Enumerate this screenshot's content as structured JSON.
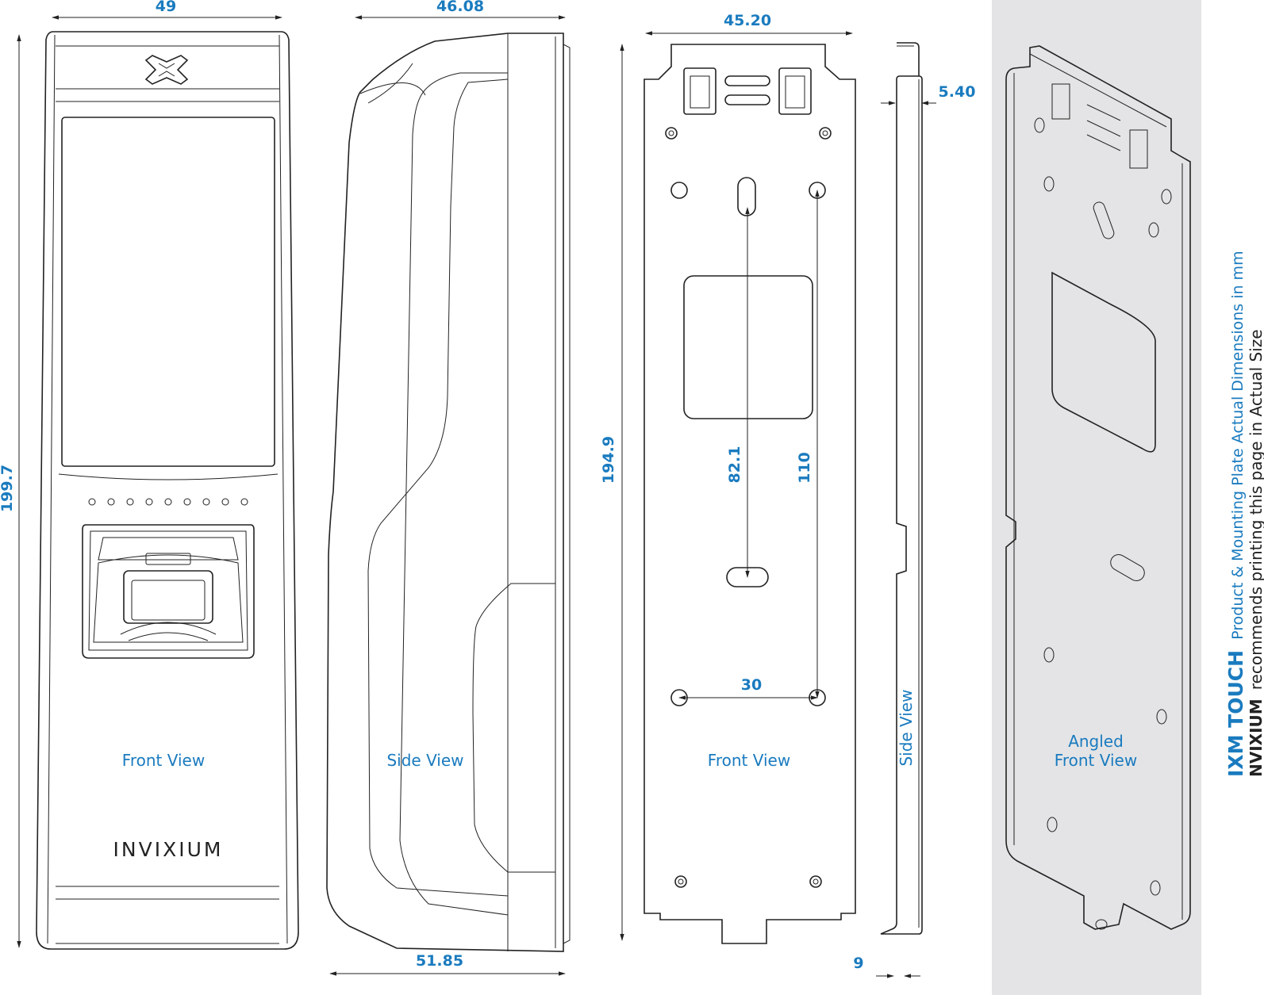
{
  "dimensions": {
    "device_width": "49",
    "device_height": "199.7",
    "side_depth_top": "46.08",
    "side_depth_bottom": "51.85",
    "plate_width": "45.20",
    "plate_height": "194.9",
    "hole_vertical_a": "82.1",
    "hole_vertical_b": "110",
    "hole_horizontal": "30",
    "plate_side_offset": "5.40",
    "plate_side_depth": "9"
  },
  "views": {
    "device_front": "Front View",
    "device_side": "Side View",
    "plate_front": "Front View",
    "plate_side": "Side View",
    "plate_angled_line1": "Angled",
    "plate_angled_line2": "Front View"
  },
  "device_brand": "INVIXIUM",
  "title": {
    "product": "IXM TOUCH",
    "description": "Product & Mounting Plate Actual Dimensions in mm",
    "note_brand": "NVIXIUM",
    "note_text": "recommends printing this page in Actual Size"
  },
  "colors": {
    "accent": "#1a7bbf",
    "line": "#222222",
    "panel_background": "#e4e4e6"
  }
}
